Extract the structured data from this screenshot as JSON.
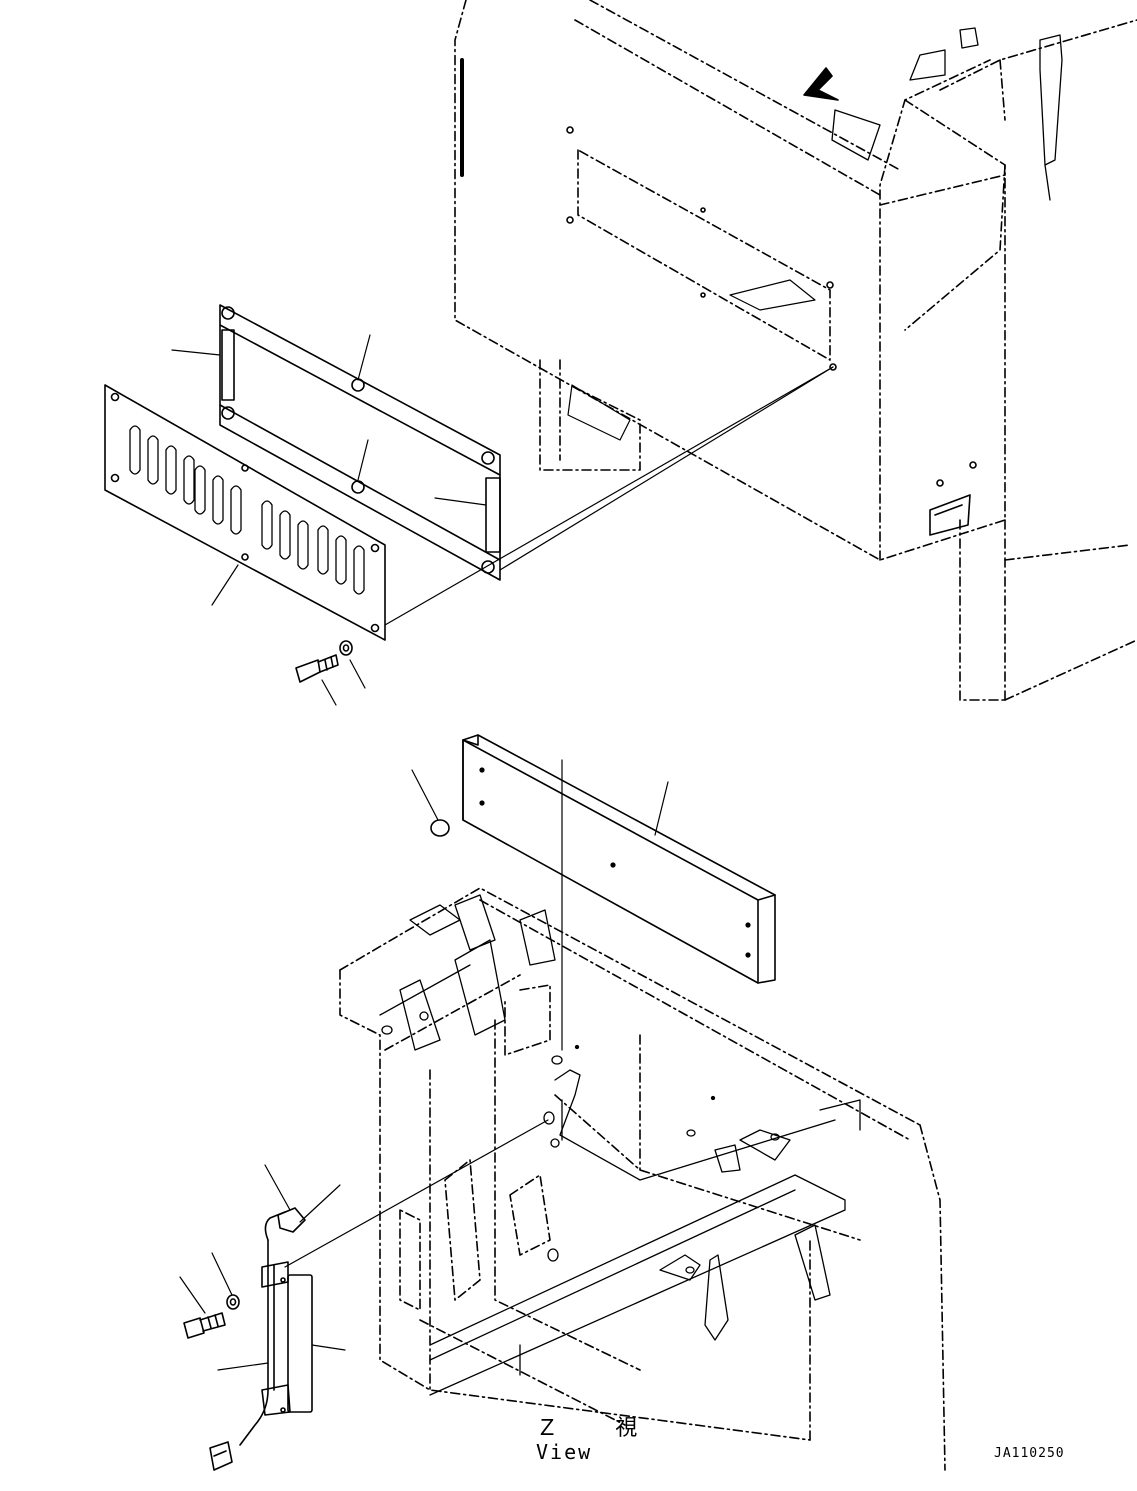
{
  "view_label": {
    "kanji": "Ｚ 視",
    "english": "View"
  },
  "drawing_code": "JA110250",
  "colors": {
    "line": "#000000",
    "background": "#ffffff"
  }
}
